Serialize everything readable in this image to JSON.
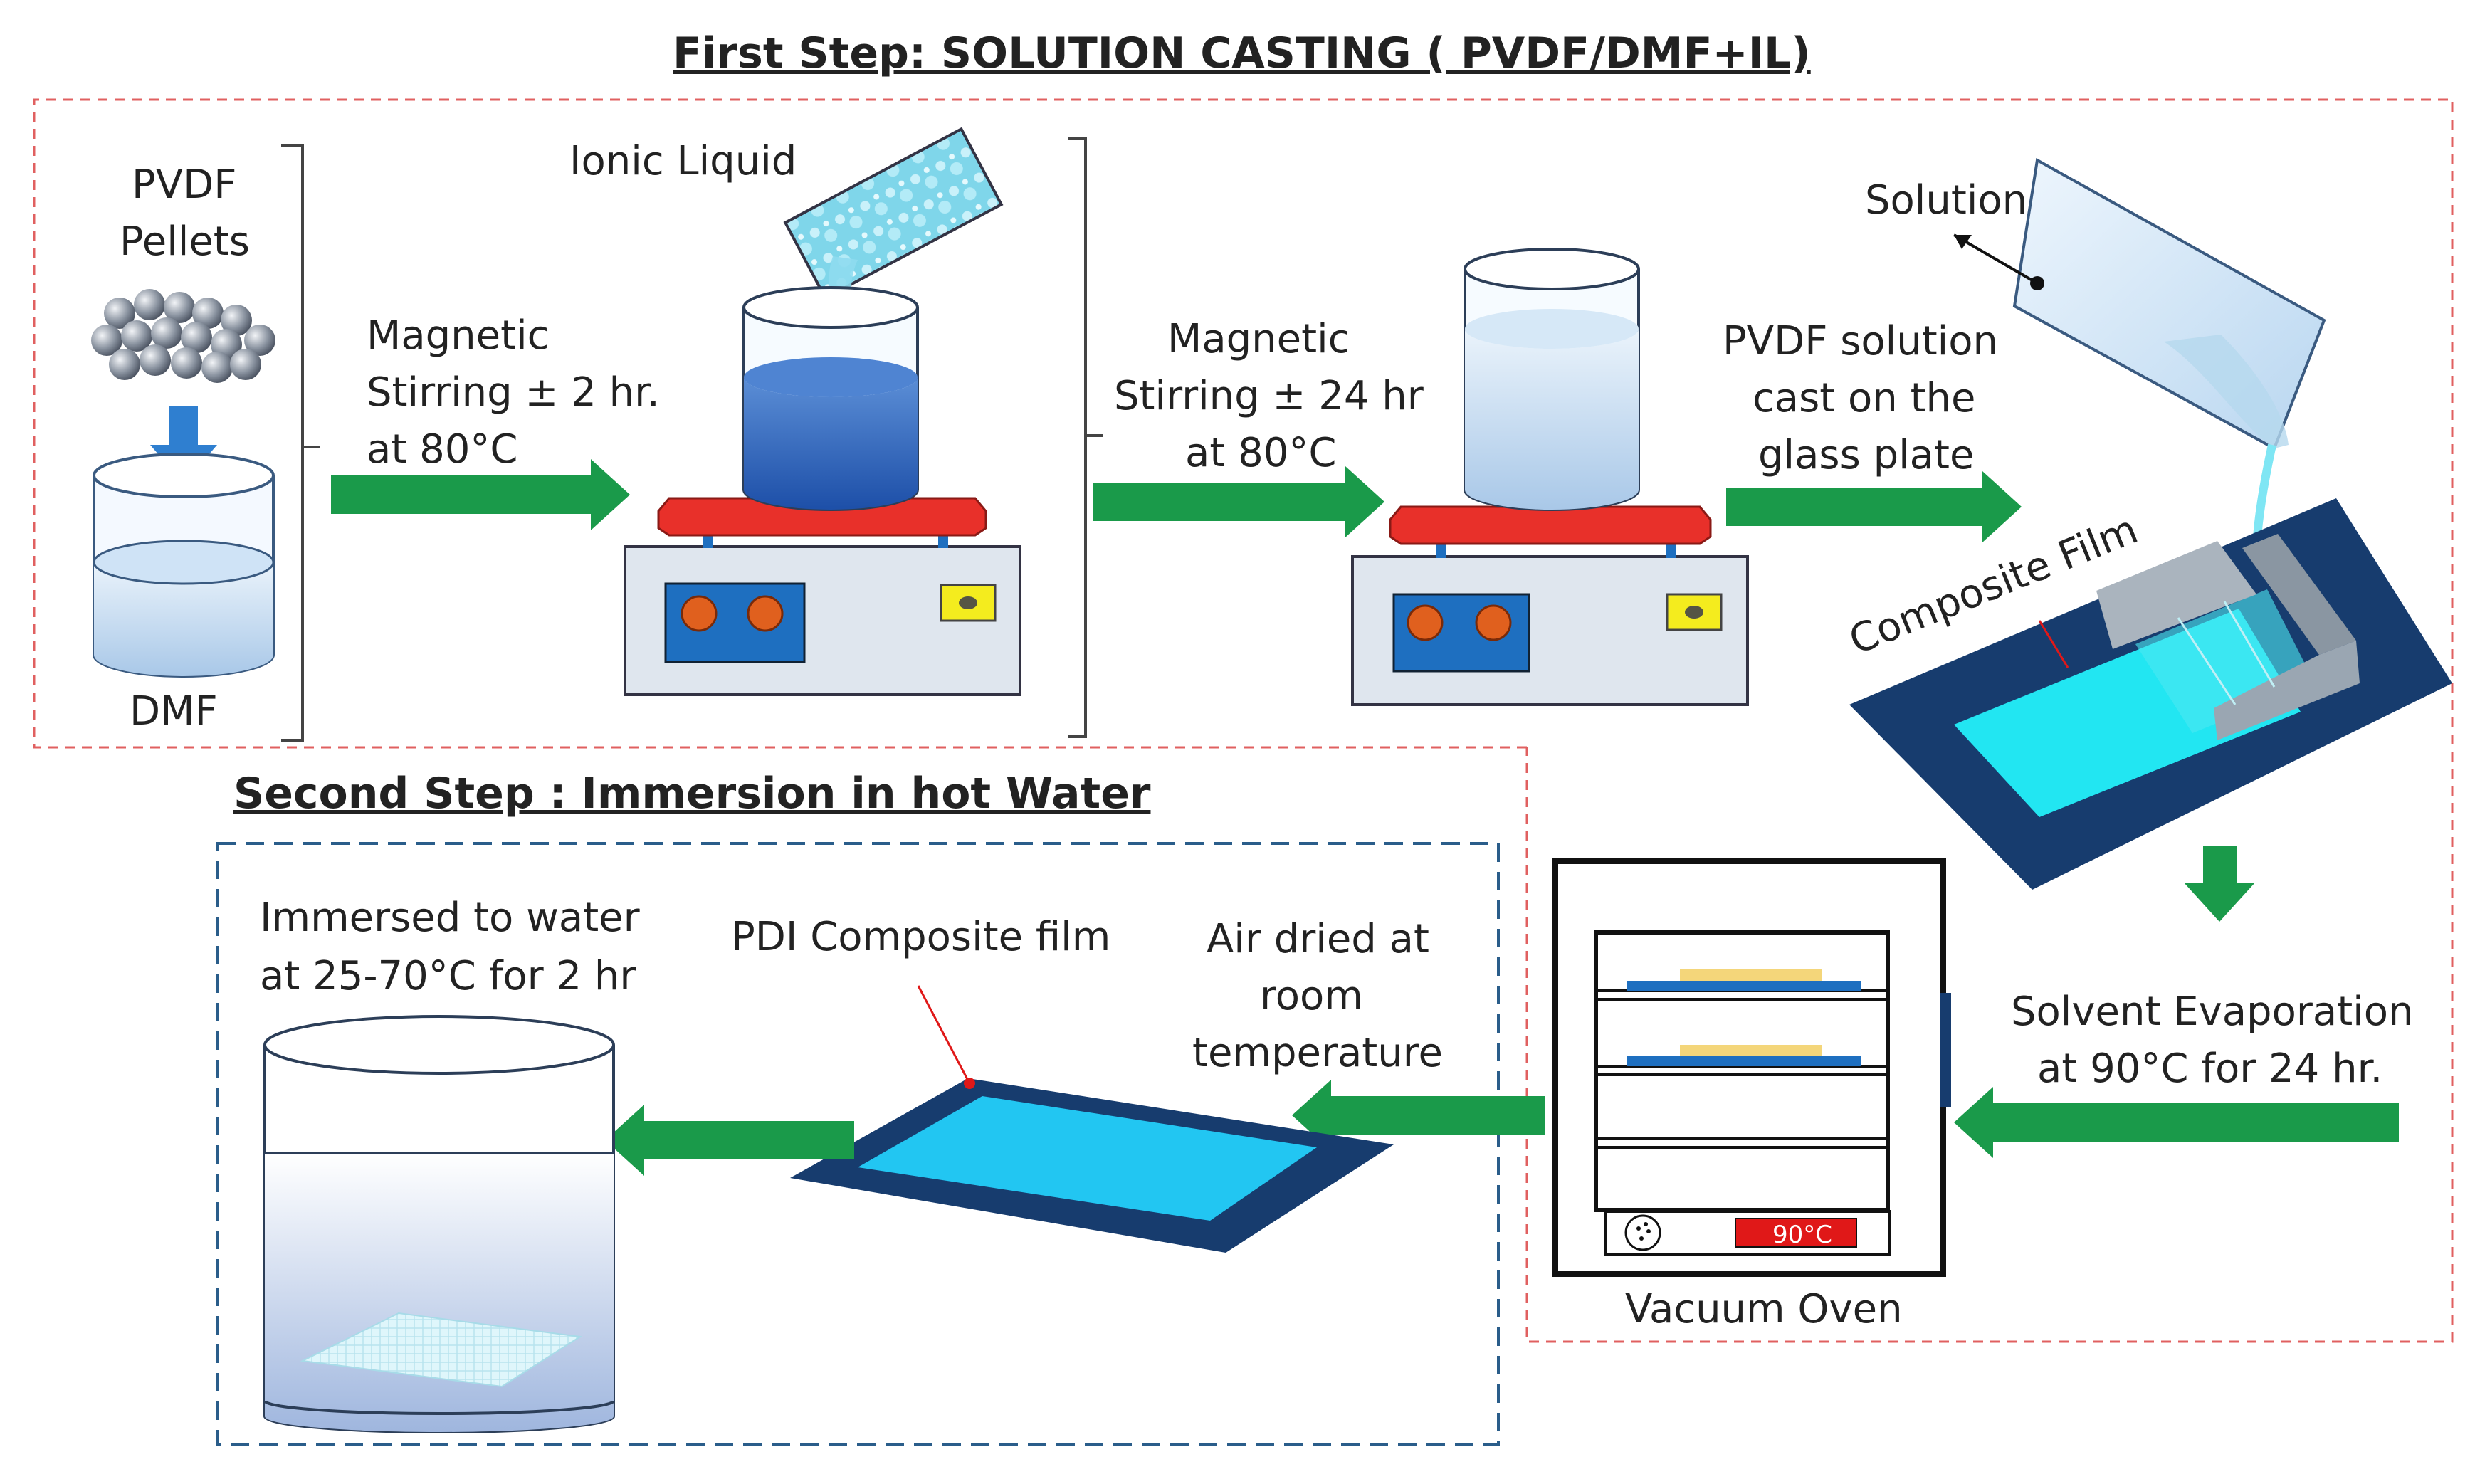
{
  "step1": {
    "title": "First Step: SOLUTION CASTING  ( PVDF/DMF+IL)"
  },
  "step2": {
    "title": "Second Step : Immersion in hot Water"
  },
  "labels": {
    "pvdf_line1": "PVDF",
    "pvdf_line2": "Pellets",
    "dmf": "DMF",
    "ionic_liquid": "Ionic Liquid",
    "stir1": [
      "Magnetic",
      "Stirring ± 2 hr.",
      "at 80°C"
    ],
    "stir2": [
      "Magnetic",
      "Stirring ± 24 hr",
      "at 80°C"
    ],
    "solution": "Solution",
    "cast": [
      "PVDF solution",
      "cast on the",
      "glass plate"
    ],
    "composite_film": "Composite Film",
    "evaporation": [
      "Solvent Evaporation",
      "at 90°C  for 24 hr."
    ],
    "vacuum_oven": "Vacuum Oven",
    "oven_display": "90°C",
    "air_dried": [
      "Air dried at",
      "room",
      "temperature"
    ],
    "pdi_film": "PDI Composite film",
    "immersed": [
      "Immersed to water",
      "at 25-70°C for 2 hr"
    ]
  },
  "colors": {
    "arrow_green": "#1a9a4a",
    "dashed_red": "#e06060",
    "dashed_blue": "#2a5d8a",
    "plate_red": "#e8302a",
    "stirrer_body": "#dfe6ee",
    "panel_blue": "#1e6fc0",
    "knob_orange": "#e0601e",
    "navy": "#173c6e",
    "cyan_film": "#22e6f2",
    "oven_red": "#e01818"
  }
}
